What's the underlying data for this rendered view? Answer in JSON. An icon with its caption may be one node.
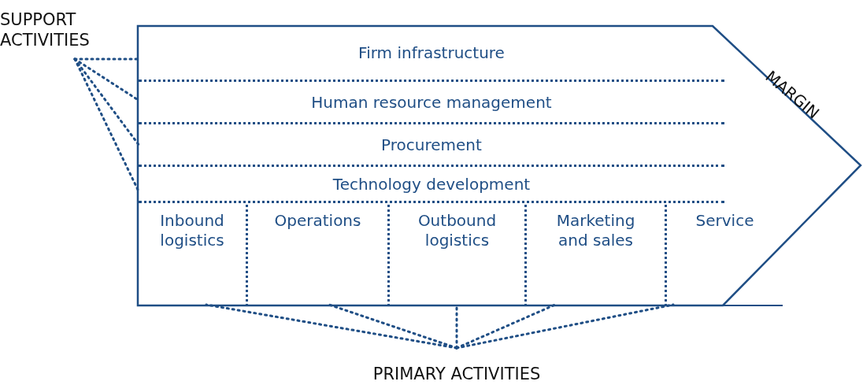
{
  "diagram": {
    "nodes": [
      {
        "text": [
          "SUPPORT ACTIVITIES"
        ]
      },
      {
        "text": [
          "MARGIN"
        ]
      },
      {
        "text": [
          "Firm infrastructure"
        ],
        "in": 1
      },
      {
        "text": [
          "Human resource management"
        ],
        "in": 1
      },
      {
        "text": [
          "Procurement"
        ],
        "in": 1
      },
      {
        "text": [
          "Technology development"
        ],
        "in": 1
      },
      {
        "text": [
          "Inbound logistics"
        ],
        "in": 1
      },
      {
        "text": [
          "Operations"
        ],
        "in": 1
      },
      {
        "text": [
          "Outbound logistics"
        ],
        "in": 1
      },
      {
        "text": [
          "Marketing and sales"
        ],
        "in": 1
      },
      {
        "text": [
          "Service"
        ],
        "in": 1
      },
      {
        "text": [
          "PRIMARY ACTIVITIES"
        ]
      }
    ],
    "edges": [
      {
        "from": 0,
        "to": 2,
        "arrow": "none"
      },
      {
        "from": 0,
        "to": 3,
        "arrow": "none"
      },
      {
        "from": 0,
        "to": 4,
        "arrow": "none"
      },
      {
        "from": 0,
        "to": 5,
        "arrow": "none"
      },
      {
        "from": 11,
        "to": 6,
        "arrow": "none"
      },
      {
        "from": 11,
        "to": 7,
        "arrow": "none"
      },
      {
        "from": 11,
        "to": 8,
        "arrow": "none"
      },
      {
        "from": 11,
        "to": 9,
        "arrow": "none"
      },
      {
        "from": 11,
        "to": 10,
        "arrow": "none"
      }
    ]
  }
}
